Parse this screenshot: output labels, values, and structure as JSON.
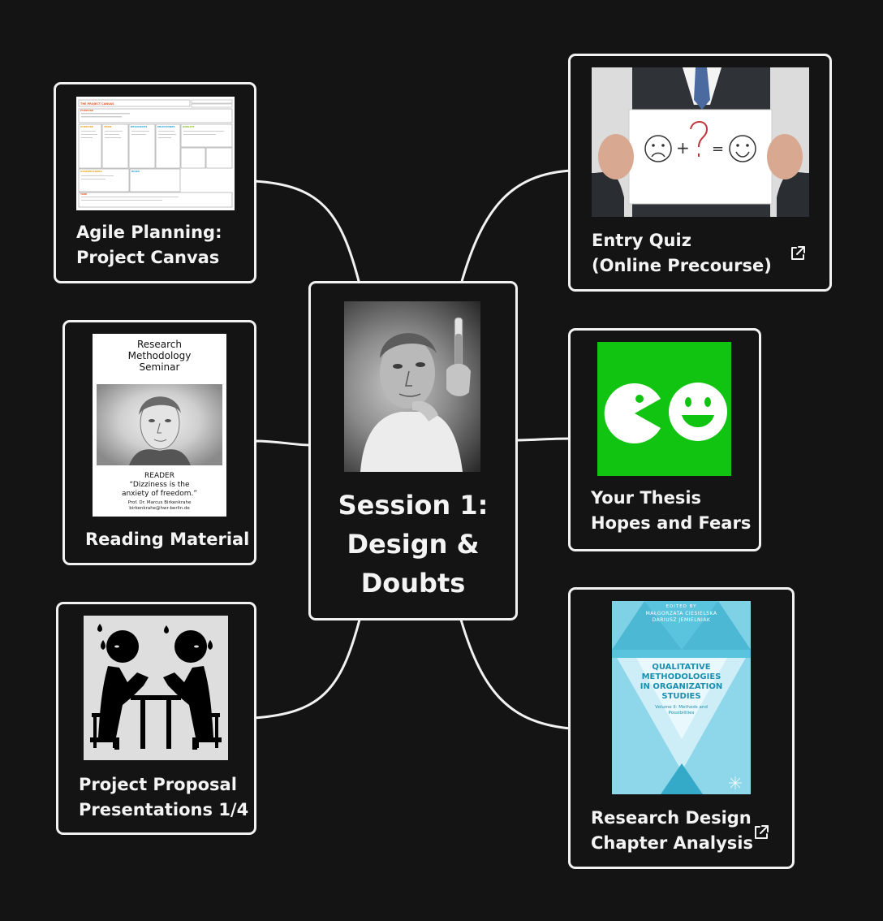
{
  "center": {
    "title": "Session 1:\nDesign &\nDoubts",
    "image": "scientist-with-test-tube-photo"
  },
  "nodes": {
    "agile": {
      "label": "Agile Planning:\nProject Canvas",
      "image": "project-canvas-template",
      "thumb_heading": "THE PROJECT CANVAS",
      "external_link": false
    },
    "reading": {
      "label": "Reading Material",
      "image": "reader-cover-kierkegaard",
      "external_link": false
    },
    "proposal": {
      "label": "Project Proposal\nPresentations 1/4",
      "image": "arm-wrestling-pictogram",
      "external_link": false
    },
    "quiz": {
      "label": "Entry Quiz\n(Online Precourse)",
      "image": "sad-plus-question-equals-happy-sign",
      "external_link": true,
      "icon": "external-link-icon"
    },
    "thesis": {
      "label": "Your Thesis\nHopes and Fears",
      "image": "pacman-and-smiley-on-green",
      "external_link": false
    },
    "chapter": {
      "label": "Research Design\nChapter Analysis",
      "image": "qualitative-methodologies-book-cover",
      "external_link": true,
      "icon": "external-link-icon"
    }
  },
  "reader_cover": {
    "title": "Research\nMethodology\nSeminar",
    "subtitle": "READER",
    "quote": "“Dizziness is the\nanxiety of freedom.”",
    "author": "Prof. Dr. Marcus Birkenkrahe",
    "email": "birkenkrahe@hwr-berlin.de"
  },
  "book_cover": {
    "editors_line": "EDITED BY",
    "editor1": "MAŁGORZATA CIESIELSKA",
    "editor2": "DARIUSZ JEMIELNIAK",
    "title": "QUALITATIVE\nMETHODOLOGIES\nIN ORGANIZATION\nSTUDIES",
    "volume": "Volume II: Methods and\nPossibilities"
  },
  "colors": {
    "background": "#141414",
    "border": "#f2f2f2",
    "text": "#f4f4f4",
    "thesis_green": "#11c411",
    "book_blue": "#57c2dc"
  }
}
